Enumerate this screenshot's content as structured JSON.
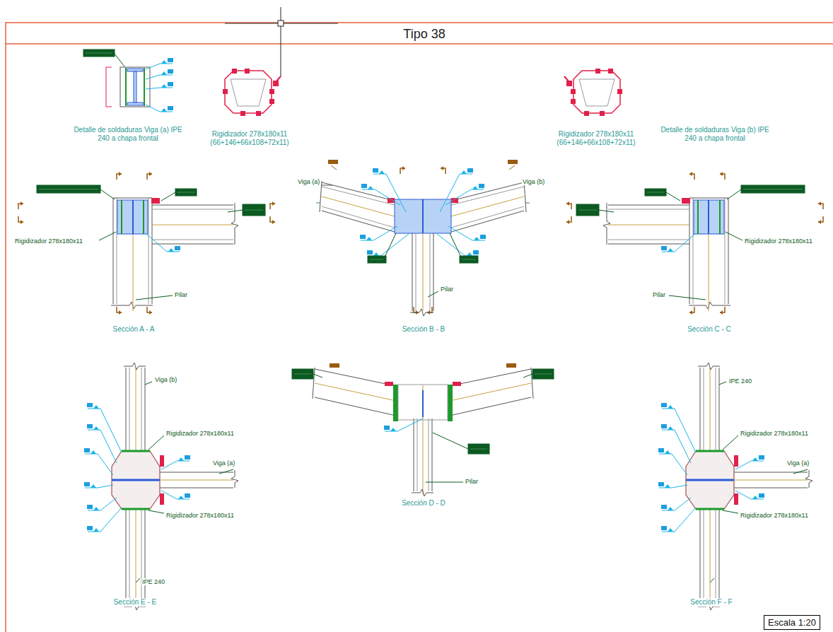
{
  "diagram": {
    "title": "Tipo 38",
    "nodes": [
      {
        "text": [
          "Escala 1:20"
        ]
      }
    ],
    "labels": [
      "Detalle de soldaduras Viga (a) IPE 240 a chapa frontal",
      "Rigidizador 278x180x11 (66+146+66x108+72x11)",
      "Rigidizador 278x180x11 (66+146+66x108+72x11)",
      "Detalle de soldaduras Viga (b) IPE 240 a chapa frontal",
      "Sección A - A",
      "Sección B - B",
      "Sección C - C",
      "Sección D - D",
      "Sección E - E",
      "Sección F - F",
      "Rigidizador 278x180x11",
      "Pilar",
      "Viga (a)",
      "Viga (b)",
      "Pilar",
      "Rigidizador 278x180x11",
      "Pilar",
      "Pilar",
      "Viga (b)",
      "Viga (a)",
      "Rigidizador 278x180x11",
      "Rigidizador 278x180x11",
      "IPE 240",
      "IPE 240",
      "Rigidizador 278x180x11",
      "Rigidizador 278x180x11",
      "Viga (a)"
    ]
  }
}
